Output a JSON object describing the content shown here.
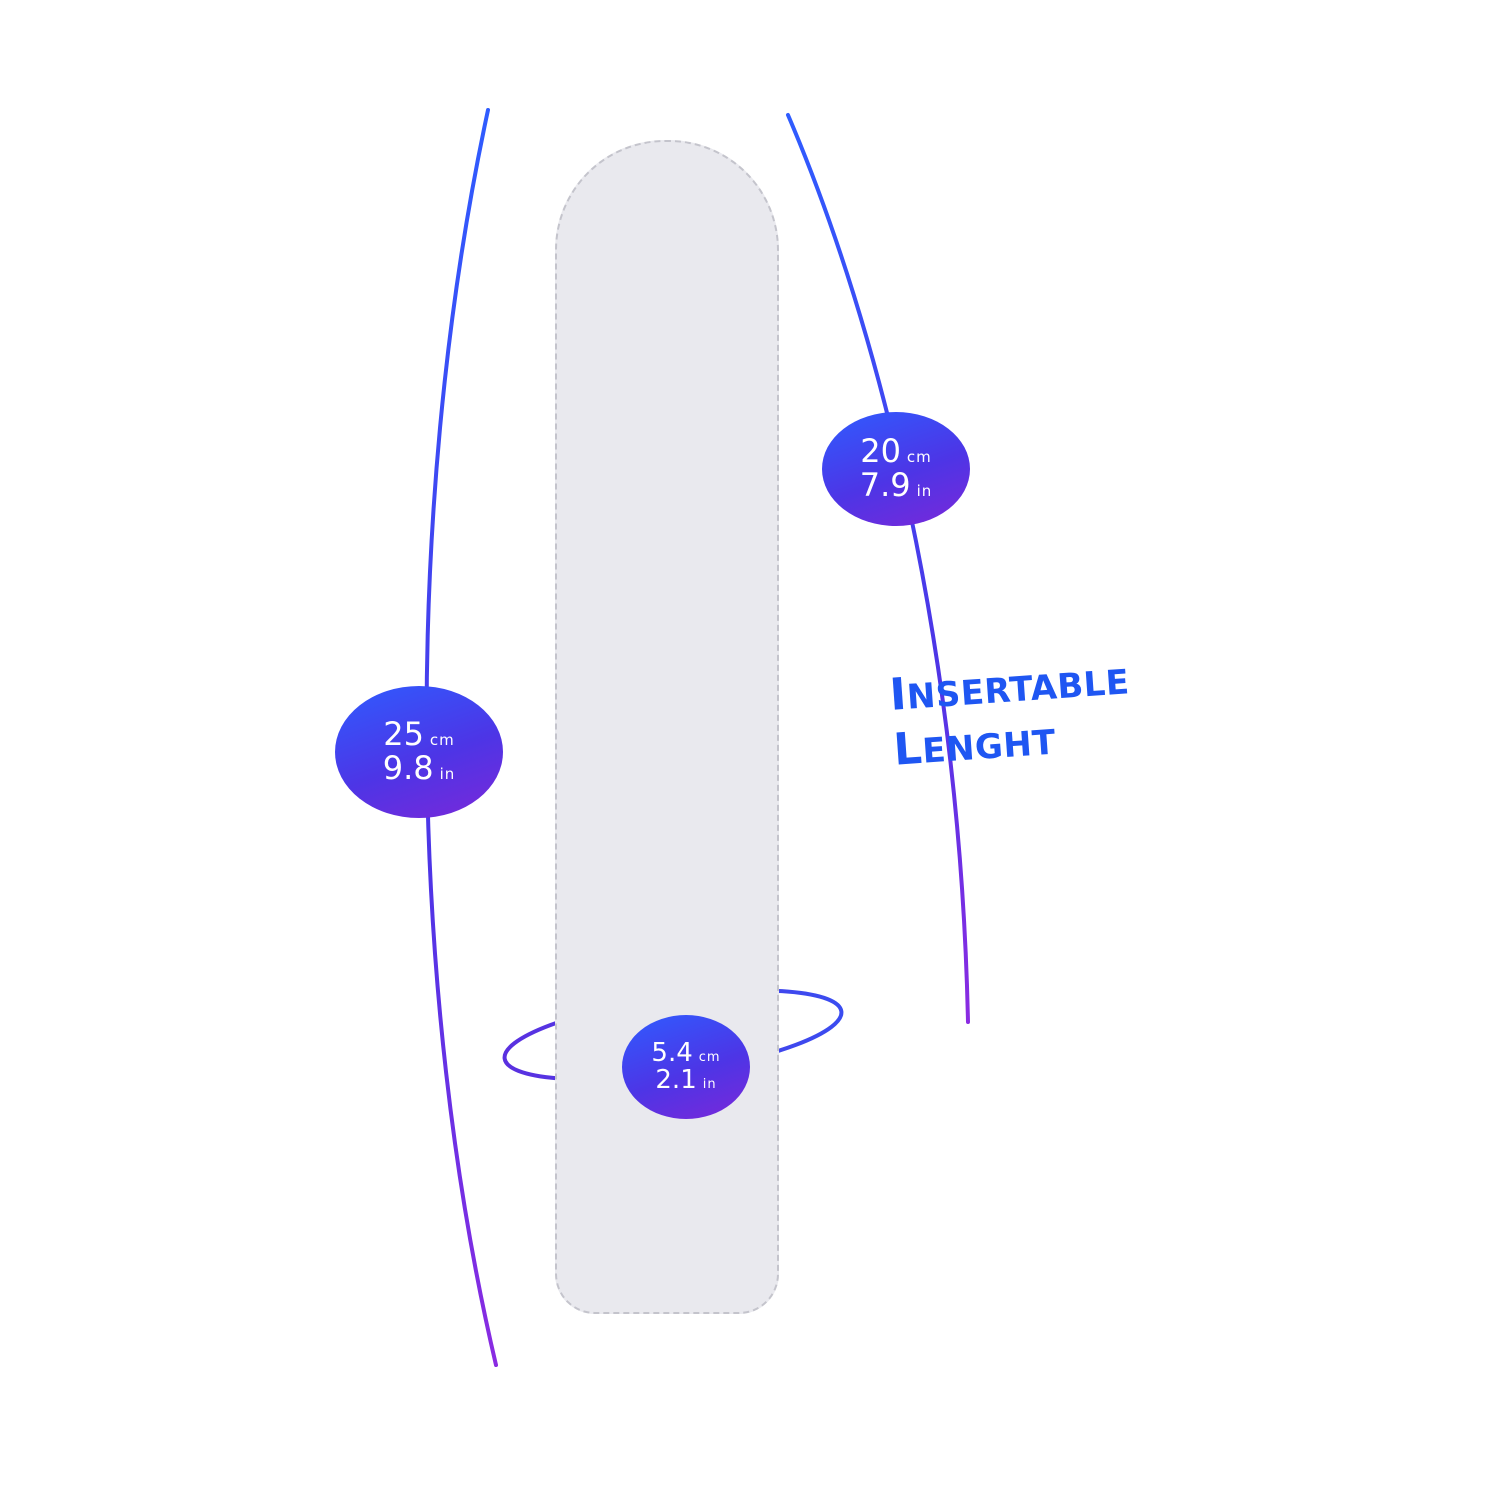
{
  "colors": {
    "accent_blue": "#1f56f2",
    "accent_purple": "#7a28d9",
    "badge_text": "#ffffff",
    "placeholder_fill": "#e9e9ee"
  },
  "badges": {
    "total_length": {
      "metric_value": "25",
      "metric_unit": "cm",
      "imperial_value": "9.8",
      "imperial_unit": "in"
    },
    "insertable_length": {
      "metric_value": "20",
      "metric_unit": "cm",
      "imperial_value": "7.9",
      "imperial_unit": "in"
    },
    "diameter": {
      "metric_value": "5.4",
      "metric_unit": "cm",
      "imperial_value": "2.1",
      "imperial_unit": "in"
    }
  },
  "insertable_label": {
    "line1": "Insertable",
    "line2": "Lenght"
  }
}
